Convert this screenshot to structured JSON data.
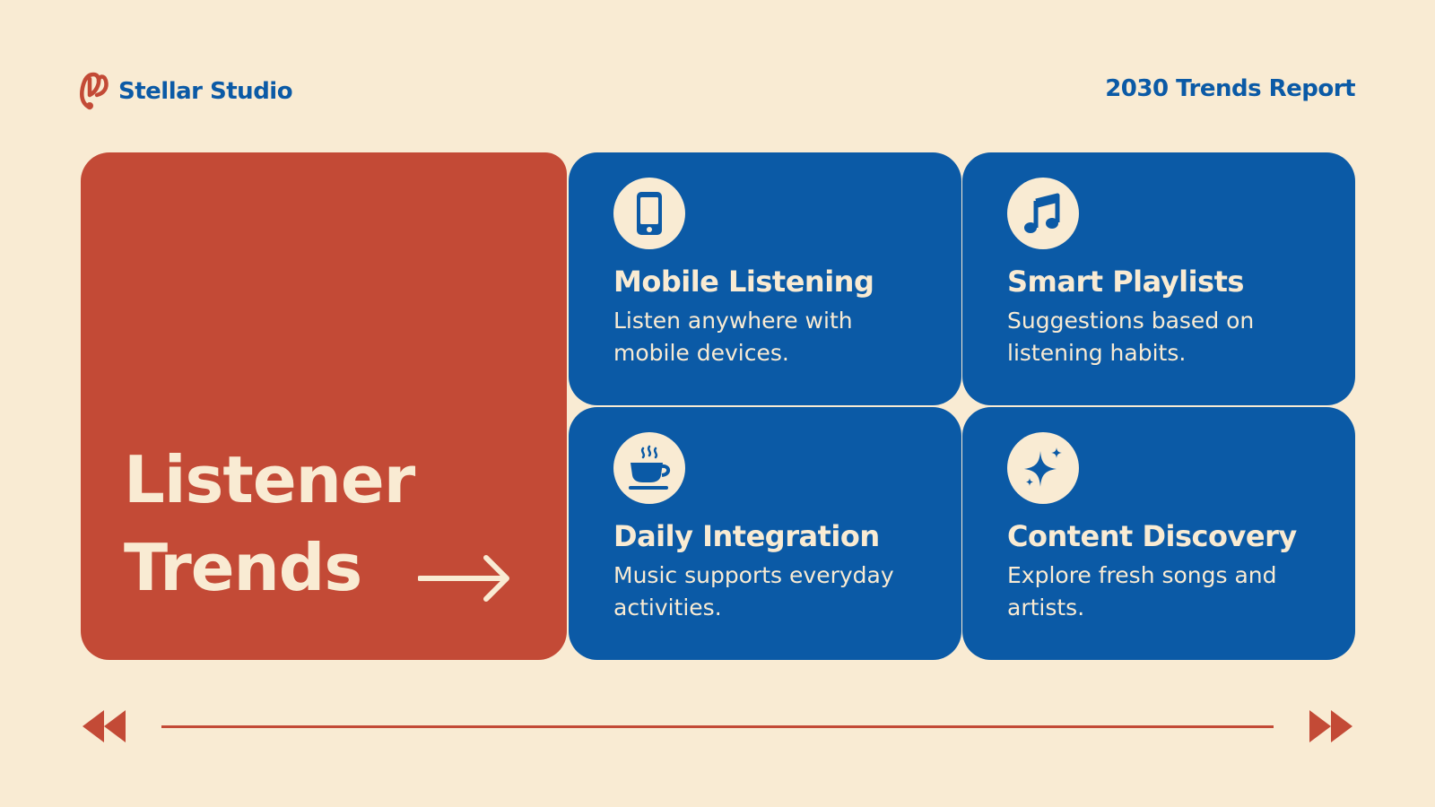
{
  "header": {
    "brand_name": "Stellar Studio",
    "brand_logo_icon": "music-note-logo-icon",
    "report_title": "2030 Trends Report"
  },
  "hero": {
    "title_line1": "Listener",
    "title_line2": "Trends",
    "arrow_icon": "arrow-right-icon"
  },
  "cards": [
    {
      "icon": "smartphone-icon",
      "title": "Mobile Listening",
      "desc": "Listen anywhere with mobile devices."
    },
    {
      "icon": "music-note-icon",
      "title": "Smart Playlists",
      "desc": "Suggestions based on listening habits."
    },
    {
      "icon": "coffee-cup-icon",
      "title": "Daily Integration",
      "desc": "Music supports everyday activities."
    },
    {
      "icon": "sparkle-icon",
      "title": "Content Discovery",
      "desc": "Explore fresh songs and artists."
    }
  ],
  "footer": {
    "prev_icon": "rewind-icon",
    "next_icon": "fast-forward-icon"
  },
  "colors": {
    "background": "#f9ebd3",
    "primary_blue": "#0b5aa6",
    "accent_red": "#c34a36",
    "cream": "#f9ebd3"
  }
}
